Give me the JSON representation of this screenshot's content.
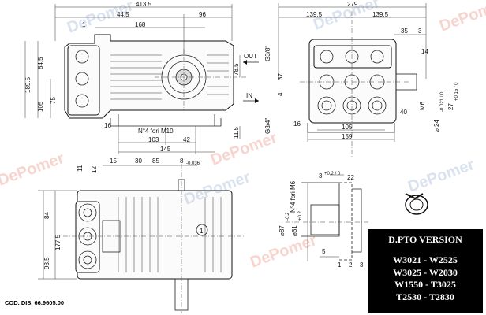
{
  "dims": {
    "top_total": "413.5",
    "top_a": "44.5",
    "top_b": "96",
    "top_168": "168",
    "top_1": "1",
    "h_189_5": "189.5",
    "h_84_5": "84.5",
    "h_105": "105",
    "h_75": "75",
    "h_78_5": "78.5",
    "h_11_5": "11.5",
    "d_16": "16",
    "d_103": "103",
    "d_42": "42",
    "d_145": "145",
    "holes": "N°4 fori M10",
    "out": "OUT",
    "in": "IN",
    "g38": "G3/8\"",
    "g34": "G3/4\"",
    "r_total": "279",
    "r_139_5a": "139.5",
    "r_139_5b": "139.5",
    "r_35": "35",
    "r_3": "3",
    "r_14": "14",
    "r_37": "37",
    "r_4": "4",
    "r_40": "40",
    "r_m6": "M6",
    "r_phi24": "⌀ 24",
    "r_phi24tol": "-0.021 / 0",
    "r_27": "27",
    "r_27tol": "+0.15 / 0",
    "r_16": "16",
    "r_105": "105",
    "r_159": "159",
    "b_11": "11",
    "b_12": "12",
    "b_15": "15",
    "b_30": "30",
    "b_85": "85",
    "b_8": "8",
    "b_8tol": "-0.036",
    "b_84": "84",
    "b_177_5": "177.5",
    "b_93_5": "93.5",
    "b_1": "1",
    "p_3": "3",
    "p_3tol": "+0.2 / 0",
    "p_22": "22",
    "p_holes": "N°4 fori M6",
    "p_phi87": "⌀87",
    "p_phi87tol": "-0.2",
    "p_phi61": "⌀61",
    "p_phi61tol": "+0.2",
    "p_5": "5",
    "p_tick1": "1",
    "p_tick2": "2",
    "p_tick3": "3"
  },
  "watermarks": [
    "DePomer",
    "DePomer",
    "DePomer",
    "DePomer",
    "DePomer",
    "DePomer",
    "DePomer",
    "DePomer"
  ],
  "info_box": {
    "title": "D.PTO VERSION",
    "models": [
      "W3021 - W2525",
      "W3025 - W2030",
      "W1550 - T3025",
      "T2530 - T2830"
    ]
  },
  "drawing_code": "COD. DIS. 66.9605.00",
  "colors": {
    "brand": "#e0402a",
    "watermark_blue": "#5a7fb5",
    "line": "#222222",
    "box": "#000000"
  },
  "icons": [
    "depomer-logo-icon"
  ]
}
